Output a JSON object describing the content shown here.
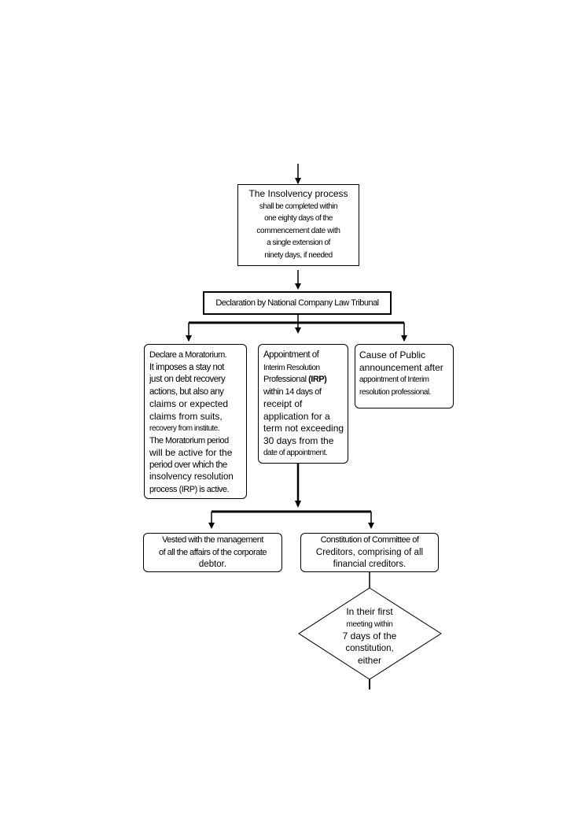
{
  "flowchart": {
    "box_completion": {
      "lines": [
        "The Insolvency process",
        "shall be completed within",
        "one eighty days of the",
        "commencement date with",
        "a single extension of",
        "ninety days, if needed"
      ]
    },
    "box_declaration": {
      "text": "Declaration by National Company Law Tribunal"
    },
    "box_moratorium": {
      "lines": [
        "Declare a Moratorium.",
        "It imposes a stay not",
        "just on debt recovery",
        "actions, but also any",
        "claims or expected",
        "claims from suits,",
        "recovery from institute.",
        "The Moratorium period",
        "will be active for the",
        "period over which the",
        "insolvency resolution",
        "process (IRP) is active."
      ]
    },
    "box_irp": {
      "lines": [
        "Appointment of",
        "Interim Resolution",
        "Professional ",
        "within 14 days of",
        "receipt of",
        "application for a",
        "term not exceeding",
        "30 days from the",
        "date of appointment."
      ],
      "bold_fragment": "(IRP)"
    },
    "box_public": {
      "lines": [
        "Cause of Public",
        "announcement after",
        "appointment of Interim",
        "resolution professional."
      ]
    },
    "box_vested": {
      "lines": [
        "Vested with the management",
        "of all the affairs of the corporate",
        "debtor."
      ]
    },
    "box_committee": {
      "lines": [
        "Constitution of Committee of",
        "Creditors, comprising of all",
        "financial creditors."
      ]
    },
    "diamond_meeting": {
      "lines": [
        "In their first",
        "meeting within",
        "7 days of the",
        "constitution,",
        "either"
      ]
    }
  }
}
